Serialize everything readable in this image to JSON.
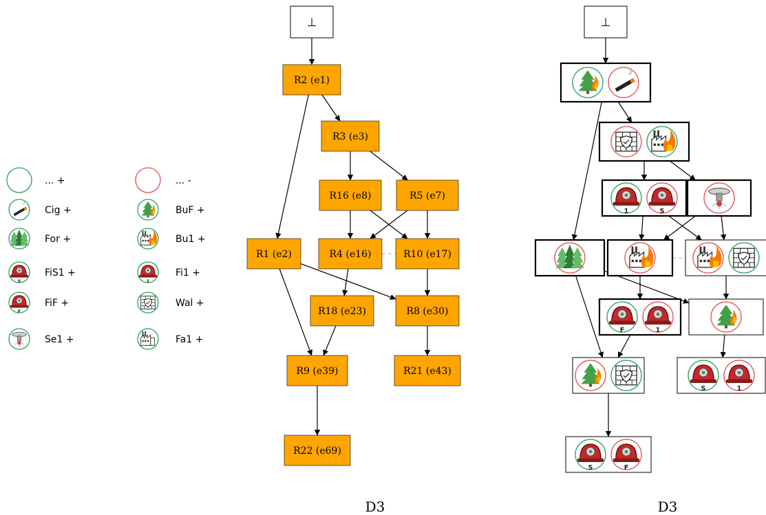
{
  "legend": {
    "left": [
      {
        "label": "... +",
        "icon": "empty-positive-circle-icon",
        "ring": "green"
      },
      {
        "label": "Cig +",
        "icon": "cigarette-icon",
        "ring": "green"
      },
      {
        "label": "For +",
        "icon": "forest-icon",
        "ring": "green"
      },
      {
        "label": "FiS1 +",
        "icon": "firefighter-helmet-s-icon",
        "ring": "green",
        "badge": "S"
      },
      {
        "label": "FiF +",
        "icon": "firefighter-helmet-f-icon",
        "ring": "green",
        "badge": "F"
      },
      {
        "label": "Se1 +",
        "icon": "sprinkler-icon",
        "ring": "green"
      }
    ],
    "right": [
      {
        "label": "... -",
        "icon": "empty-negative-circle-icon",
        "ring": "red"
      },
      {
        "label": "BuF +",
        "icon": "burning-tree-icon",
        "ring": "green"
      },
      {
        "label": "Bu1 +",
        "icon": "burning-factory-icon",
        "ring": "green"
      },
      {
        "label": "Fi1 +",
        "icon": "firefighter-helmet-1-icon",
        "ring": "green",
        "badge": "1"
      },
      {
        "label": "Wal +",
        "icon": "protective-wall-icon",
        "ring": "green"
      },
      {
        "label": "Fa1 +",
        "icon": "factory-icon",
        "ring": "green"
      }
    ]
  },
  "left_graph": {
    "root": "⊥",
    "footer": "D3",
    "nodes": [
      {
        "id": "R2",
        "label": "R2 (e1)"
      },
      {
        "id": "R3",
        "label": "R3 (e3)"
      },
      {
        "id": "R16",
        "label": "R16 (e8)"
      },
      {
        "id": "R5",
        "label": "R5 (e7)"
      },
      {
        "id": "R1",
        "label": "R1 (e2)"
      },
      {
        "id": "R4",
        "label": "R4 (e16)"
      },
      {
        "id": "R10",
        "label": "R10 (e17)"
      },
      {
        "id": "R18",
        "label": "R18 (e23)"
      },
      {
        "id": "R8",
        "label": "R8 (e30)"
      },
      {
        "id": "R9",
        "label": "R9 (e39)"
      },
      {
        "id": "R21",
        "label": "R21 (e43)"
      },
      {
        "id": "R22",
        "label": "R22 (e69)"
      }
    ],
    "edges": [
      [
        "root",
        "R2"
      ],
      [
        "R2",
        "R3"
      ],
      [
        "R2",
        "R1"
      ],
      [
        "R3",
        "R16"
      ],
      [
        "R3",
        "R5"
      ],
      [
        "R16",
        "R4"
      ],
      [
        "R16",
        "R10"
      ],
      [
        "R5",
        "R4"
      ],
      [
        "R5",
        "R10"
      ],
      [
        "R4",
        "R18"
      ],
      [
        "R10",
        "R8"
      ],
      [
        "R1",
        "R9"
      ],
      [
        "R1",
        "R8"
      ],
      [
        "R18",
        "R9"
      ],
      [
        "R8",
        "R21"
      ],
      [
        "R9",
        "R22"
      ]
    ],
    "dashed_edges": [
      [
        "R4",
        "R10"
      ]
    ],
    "node_fill": "#FFA500"
  },
  "right_graph": {
    "root": "⊥",
    "footer": "D3",
    "nodes": [
      {
        "id": "N_R2",
        "icons": [
          {
            "icon": "burning-tree-icon",
            "ring": "green"
          },
          {
            "icon": "cigarette-icon",
            "ring": "red"
          }
        ]
      },
      {
        "id": "N_R3",
        "icons": [
          {
            "icon": "protective-wall-icon",
            "ring": "red"
          },
          {
            "icon": "burning-factory-icon",
            "ring": "green"
          }
        ]
      },
      {
        "id": "N_R16",
        "icons": [
          {
            "icon": "firefighter-helmet-1-icon",
            "ring": "green",
            "badge": "1"
          },
          {
            "icon": "firefighter-helmet-s-icon",
            "ring": "red",
            "badge": "S"
          }
        ]
      },
      {
        "id": "N_R5",
        "icons": [
          {
            "icon": "sprinkler-icon",
            "ring": "red"
          }
        ]
      },
      {
        "id": "N_R1",
        "icons": [
          {
            "icon": "forest-icon",
            "ring": "red"
          }
        ]
      },
      {
        "id": "N_R4",
        "icons": [
          {
            "icon": "burning-factory-icon",
            "ring": "red"
          }
        ]
      },
      {
        "id": "N_R10",
        "icons": [
          {
            "icon": "burning-factory-icon",
            "ring": "red"
          },
          {
            "icon": "protective-wall-icon",
            "ring": "green"
          }
        ]
      },
      {
        "id": "N_R18",
        "icons": [
          {
            "icon": "firefighter-helmet-f-icon",
            "ring": "green",
            "badge": "F"
          },
          {
            "icon": "firefighter-helmet-1-icon",
            "ring": "red",
            "badge": "1"
          }
        ]
      },
      {
        "id": "N_R8",
        "icons": [
          {
            "icon": "burning-tree-icon",
            "ring": "red"
          }
        ]
      },
      {
        "id": "N_R9",
        "icons": [
          {
            "icon": "burning-tree-icon",
            "ring": "red"
          },
          {
            "icon": "protective-wall-icon",
            "ring": "green"
          }
        ]
      },
      {
        "id": "N_R21",
        "icons": [
          {
            "icon": "firefighter-helmet-s-icon",
            "ring": "green",
            "badge": "S"
          },
          {
            "icon": "firefighter-helmet-1-icon",
            "ring": "red",
            "badge": "1"
          }
        ]
      },
      {
        "id": "N_R22",
        "icons": [
          {
            "icon": "firefighter-helmet-s-icon",
            "ring": "green",
            "badge": "S"
          },
          {
            "icon": "firefighter-helmet-f-icon",
            "ring": "red",
            "badge": "F"
          }
        ]
      }
    ],
    "edges": [
      [
        "root",
        "N_R2"
      ],
      [
        "N_R2",
        "N_R3"
      ],
      [
        "N_R2",
        "N_R1"
      ],
      [
        "N_R3",
        "N_R16"
      ],
      [
        "N_R3",
        "N_R5"
      ],
      [
        "N_R16",
        "N_R4"
      ],
      [
        "N_R16",
        "N_R10"
      ],
      [
        "N_R5",
        "N_R4"
      ],
      [
        "N_R5",
        "N_R10"
      ],
      [
        "N_R4",
        "N_R18"
      ],
      [
        "N_R10",
        "N_R8"
      ],
      [
        "N_R1",
        "N_R9"
      ],
      [
        "N_R1",
        "N_R8"
      ],
      [
        "N_R18",
        "N_R9"
      ],
      [
        "N_R8",
        "N_R21"
      ],
      [
        "N_R9",
        "N_R22"
      ]
    ],
    "dashed_edges": [
      [
        "N_R4",
        "N_R10"
      ]
    ]
  },
  "colors": {
    "ring_green": "#2E9E5B",
    "ring_red": "#E05050",
    "edge": "#000000",
    "dashed_edge": "#BBBBBB"
  }
}
